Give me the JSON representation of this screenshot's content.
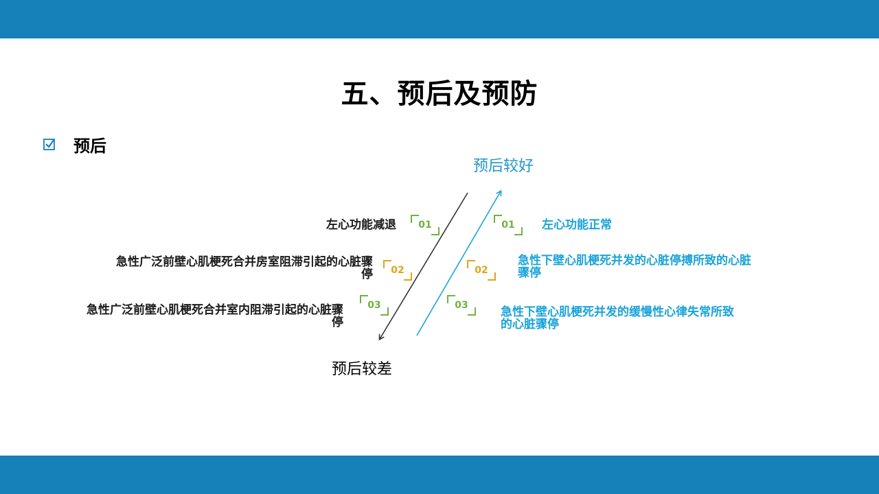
{
  "slide": {
    "title": "五、预后及预防",
    "section_label": "预后",
    "axis_good": "预后较好",
    "axis_bad": "预后较差"
  },
  "left_items": [
    {
      "number": "01",
      "text": "左心功能减退"
    },
    {
      "number": "02",
      "text": "急性广泛前壁心肌梗死合并房室阻滞引起的心脏骤停"
    },
    {
      "number": "03",
      "text": "急性广泛前壁心肌梗死合并室内阻滞引起的心脏骤停"
    }
  ],
  "right_items": [
    {
      "number": "01",
      "text": "左心功能正常"
    },
    {
      "number": "02",
      "text": "急性下壁心肌梗死并发的心脏停搏所致的心脏骤停"
    },
    {
      "number": "03",
      "text": "急性下壁心肌梗死并发的缓慢性心律失常所致的心脏骤停"
    }
  ],
  "colors": {
    "brand_bar": "#1680B8",
    "good": "#1AA3D9",
    "good_axis": "#1E97C9",
    "bad_arrow": "#333333",
    "badge_green": "#6DB33F",
    "badge_orange": "#E3A21A",
    "checkbox": "#1680B8"
  },
  "icons": {
    "section": "checkbox-checked-icon"
  }
}
